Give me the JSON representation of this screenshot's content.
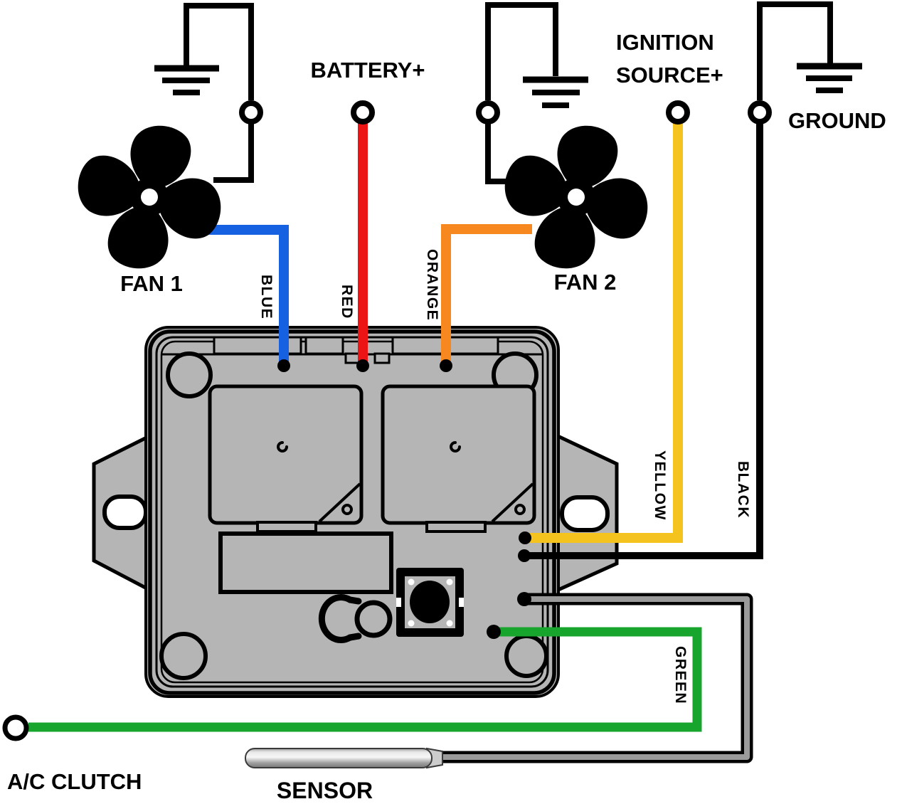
{
  "labels": {
    "battery": "BATTERY+",
    "ignition_line1": "IGNITION",
    "ignition_line2": "SOURCE+",
    "ground": "GROUND",
    "fan1": "FAN 1",
    "fan2": "FAN 2",
    "ac_clutch": "A/C CLUTCH",
    "sensor": "SENSOR"
  },
  "wire_labels": {
    "blue": "BLUE",
    "red": "RED",
    "orange": "ORANGE",
    "yellow": "YELLOW",
    "black": "BLACK",
    "green": "GREEN"
  },
  "colors": {
    "blue_wire": "#1661E1",
    "red_wire": "#EC1414",
    "orange_wire": "#F6881F",
    "yellow_wire": "#F5C31D",
    "green_wire": "#18A52E",
    "black_wire": "#000000",
    "module_gray": "#B5B5B5",
    "sensor_wire_core": "#9A9A9A"
  },
  "icons": {
    "fan1": "fan-icon",
    "fan2": "fan-icon",
    "grounds": "ground-symbol-icon",
    "terminals": "ring-terminal-icon",
    "sensor": "temperature-probe-icon",
    "module": "fan-controller-module"
  }
}
